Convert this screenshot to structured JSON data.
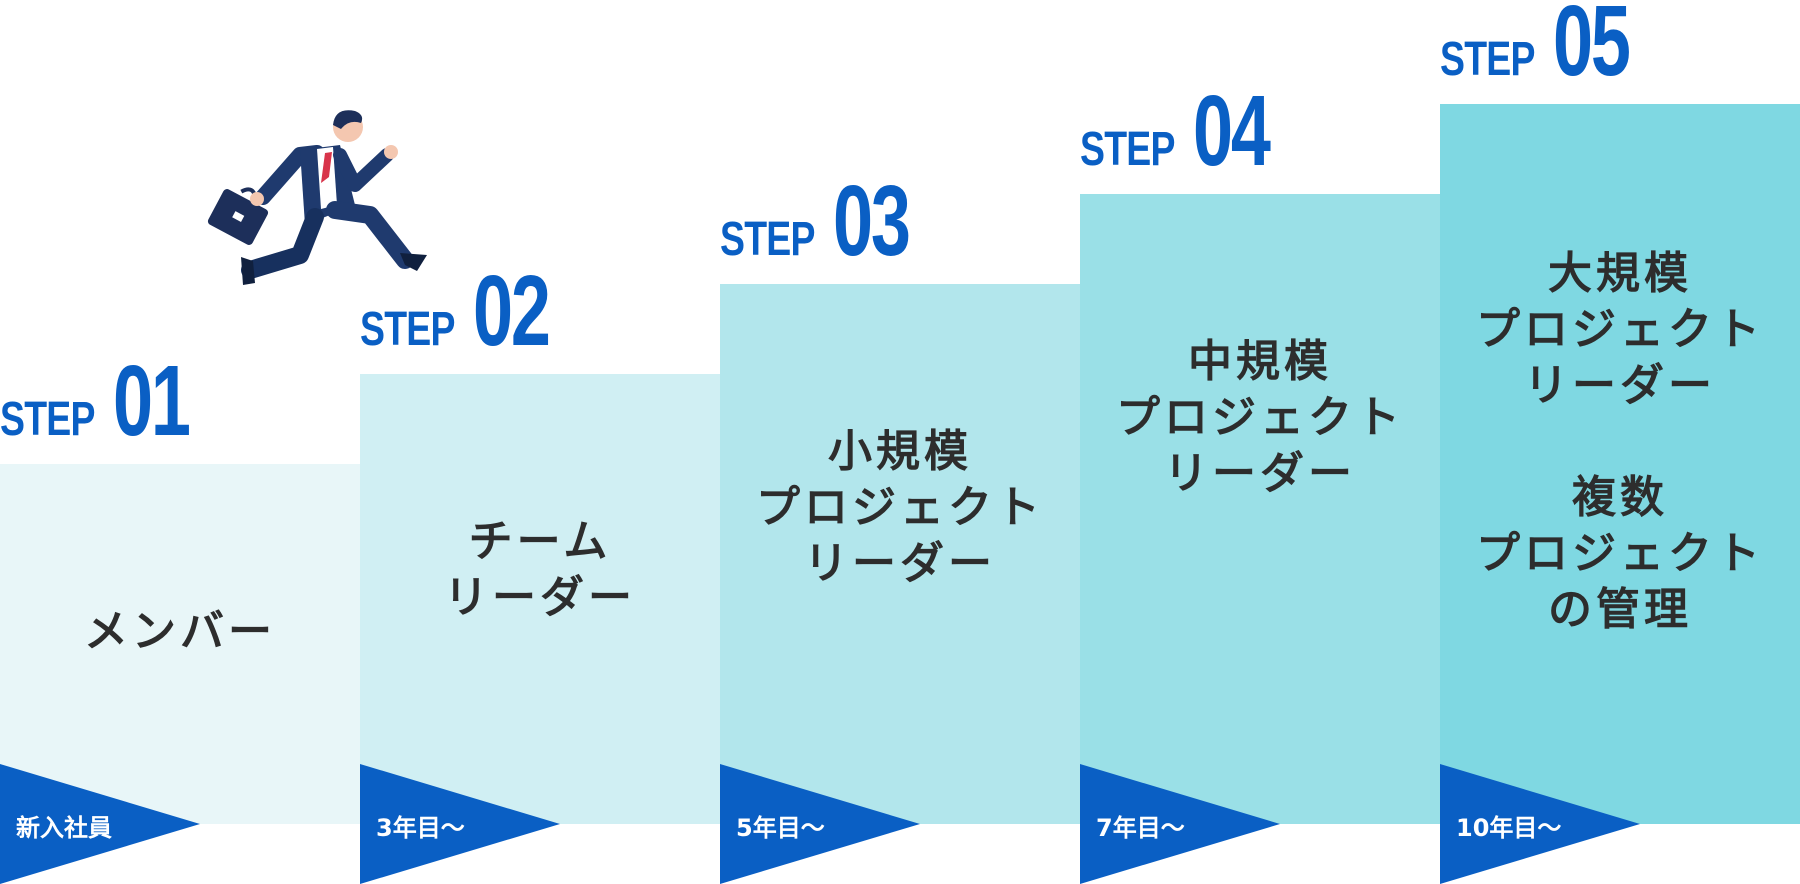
{
  "steps": [
    {
      "step_word": "STEP",
      "step_num": "01",
      "role": "メンバー",
      "period": "新入社員",
      "block_color": "#e8f6f8"
    },
    {
      "step_word": "STEP",
      "step_num": "02",
      "role": "チーム\nリーダー",
      "period": "3年目〜",
      "block_color": "#d0eff3"
    },
    {
      "step_word": "STEP",
      "step_num": "03",
      "role": "小規模\nプロジェクト\nリーダー",
      "period": "5年目〜",
      "block_color": "#b2e6ec"
    },
    {
      "step_word": "STEP",
      "step_num": "04",
      "role": "中規模\nプロジェクト\nリーダー",
      "period": "7年目〜",
      "block_color": "#9ae0e7"
    },
    {
      "step_word": "STEP",
      "step_num": "05",
      "role": "大規模\nプロジェクト\nリーダー\n\n複数\nプロジェクト\nの管理",
      "period": "10年目〜",
      "block_color": "#7fd8e2"
    }
  ],
  "colors": {
    "accent": "#0a5fc4",
    "flag": "#0a5fc4",
    "text": "#2d2d2d"
  },
  "illustration": "running-businessman-icon"
}
